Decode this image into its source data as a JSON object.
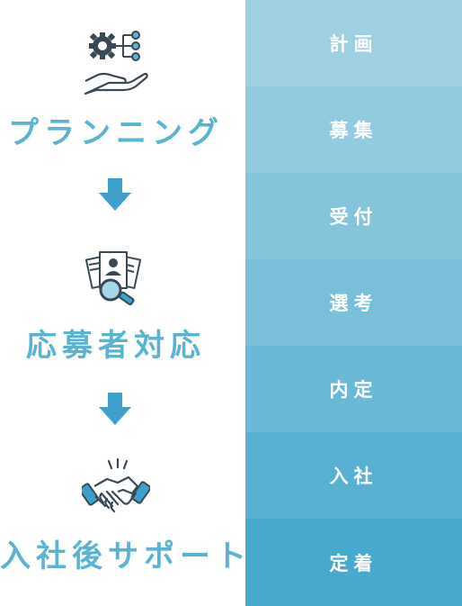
{
  "left": {
    "steps": [
      {
        "label": "プランニング",
        "icon": "gear-network-hand-icon"
      },
      {
        "label": "応募者対応",
        "icon": "documents-magnifier-icon"
      },
      {
        "label": "入社後サポート",
        "icon": "handshake-icon"
      }
    ],
    "arrow_icon": "down-arrow-icon",
    "accent_color": "#5bb3d3",
    "arrow_color": "#3f9fcb"
  },
  "right": {
    "stages": [
      {
        "label": "計画",
        "color": "#9fd0e2"
      },
      {
        "label": "募集",
        "color": "#92cadf"
      },
      {
        "label": "受付",
        "color": "#86c4dc"
      },
      {
        "label": "選考",
        "color": "#79bfd9"
      },
      {
        "label": "内定",
        "color": "#68b8d6"
      },
      {
        "label": "入社",
        "color": "#58b1d2"
      },
      {
        "label": "定着",
        "color": "#46a9cd"
      }
    ]
  }
}
